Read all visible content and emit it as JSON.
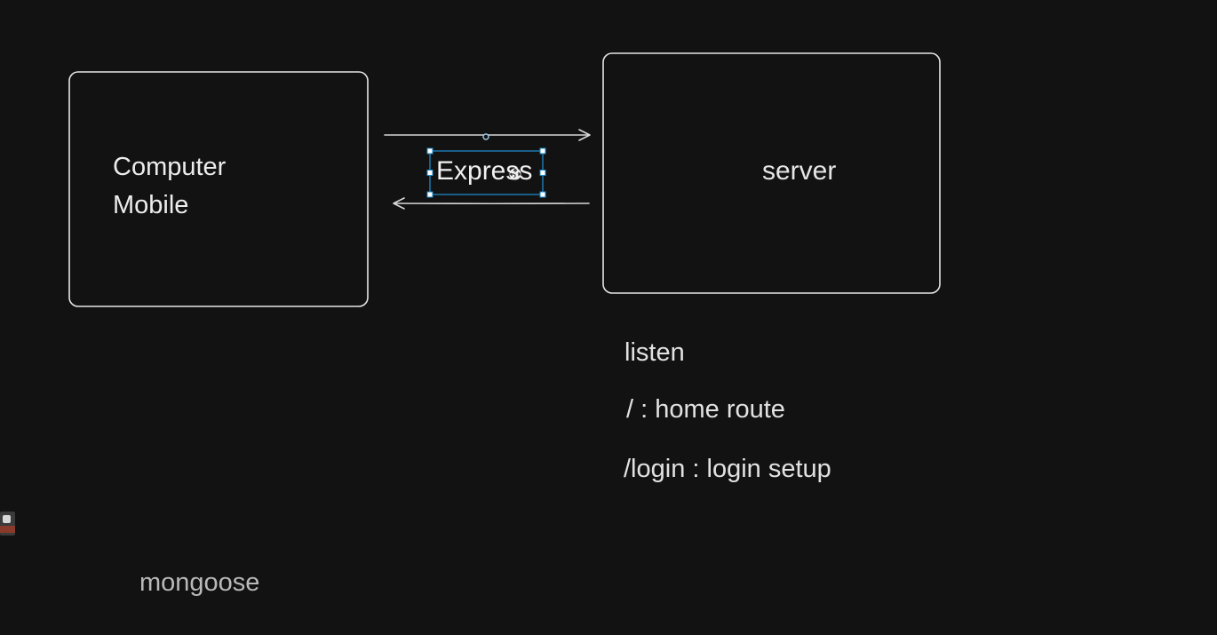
{
  "client_box": {
    "lines": [
      "Computer",
      "Mobile"
    ]
  },
  "server_box": {
    "label": "server"
  },
  "middleware": {
    "label": "Express",
    "selected": true
  },
  "notes": [
    "listen",
    "/ : home route",
    "/login : login setup"
  ],
  "footer_note": "mongoose",
  "colors": {
    "background": "#121212",
    "stroke": "#e6e6e6",
    "selection": "#1e88c8",
    "muted_text": "#b9b9b9"
  },
  "icons": {
    "cursor": "move-cursor-icon"
  }
}
